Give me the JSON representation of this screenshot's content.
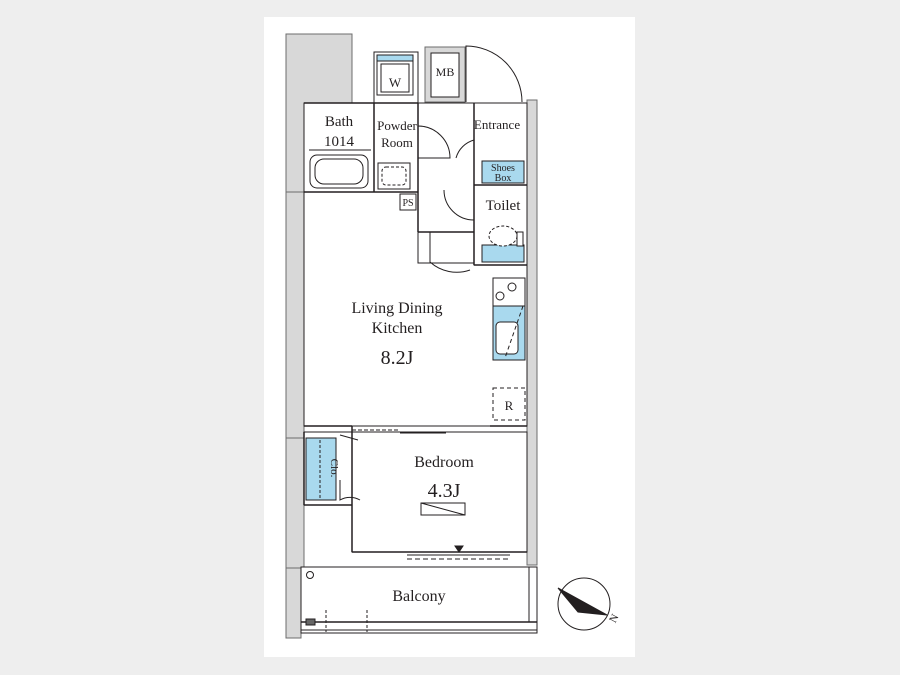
{
  "plan": {
    "rooms": {
      "ldk_line1": "Living Dining",
      "ldk_line2": "Kitchen",
      "ldk_size": "8.2J",
      "bedroom": "Bedroom",
      "bedroom_size": "4.3J",
      "bath": "Bath",
      "bath_size": "1014",
      "powder_line1": "Powder",
      "powder_line2": "Room",
      "entrance": "Entrance",
      "shoes_line1": "Shoes",
      "shoes_line2": "Box",
      "toilet": "Toilet",
      "balcony": "Balcony",
      "closet": "Clo."
    },
    "fixtures": {
      "washer": "W",
      "meter_box": "MB",
      "pipe_space": "PS",
      "refrigerator": "R"
    },
    "compass": {
      "north": "N"
    },
    "colors": {
      "wall_fill": "#d8d8d8",
      "line": "#231f20",
      "fixture_blue": "#a9d9ee"
    }
  }
}
